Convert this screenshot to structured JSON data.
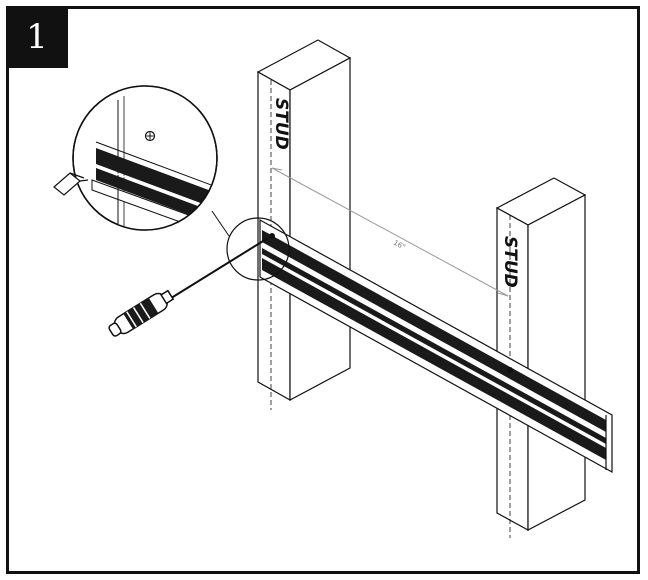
{
  "step": {
    "number": "1"
  },
  "illustration": {
    "stud_label": "STUD",
    "spacing_label": "16\"",
    "colors": {
      "line": "#111111",
      "guide": "#9a9a9a",
      "rail": "#1a1a1a"
    }
  }
}
